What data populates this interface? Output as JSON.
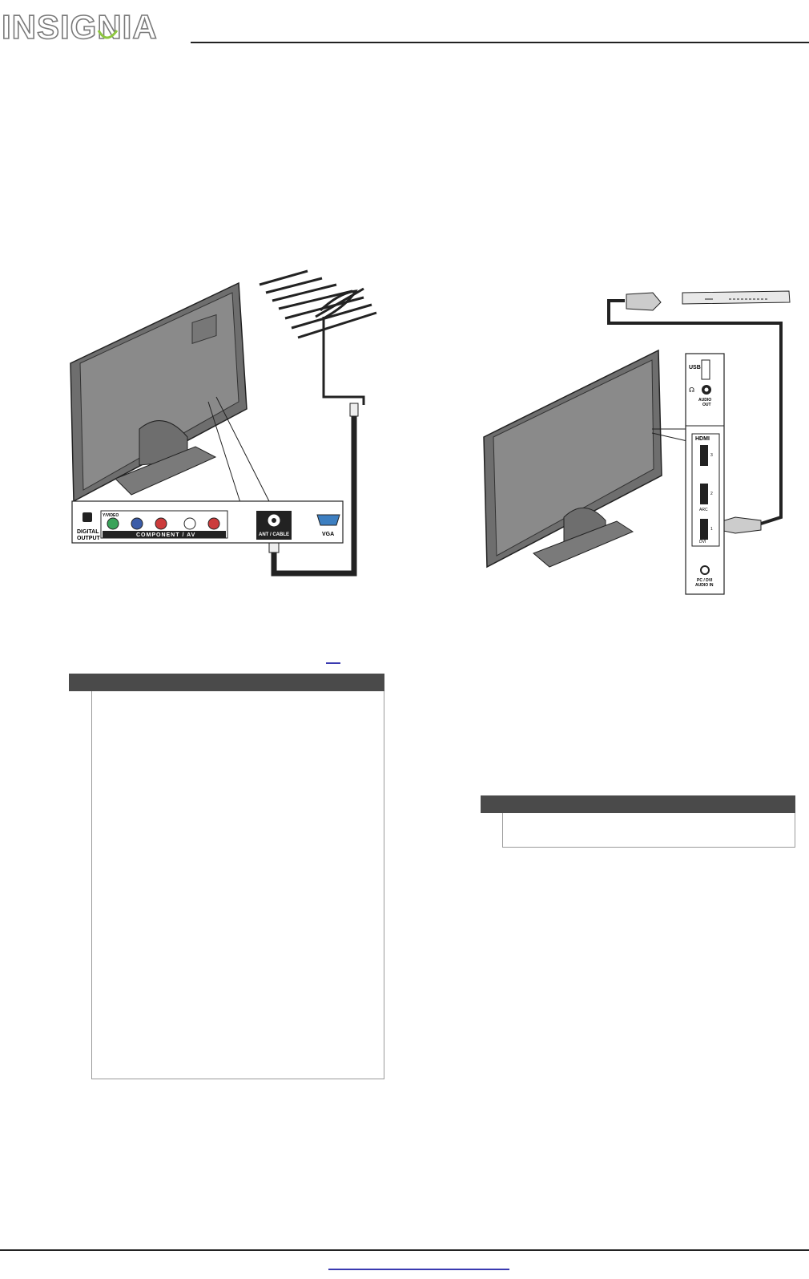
{
  "header": {
    "logo_text": "INSIGNIA",
    "brand_color": "#7a7a7a",
    "accent_color": "#8dc63f"
  },
  "figure_left": {
    "panel_labels": {
      "digital_output_line1": "DIGITAL",
      "digital_output_line2": "OUTPUT",
      "y_video": "Y/VIDEO",
      "component_av": "COMPONENT / AV",
      "ant_cable": "ANT / CABLE",
      "vga": "VGA"
    }
  },
  "figure_right": {
    "panel_labels": {
      "usb": "USB",
      "audio_out_line1": "AUDIO",
      "audio_out_line2": "OUT",
      "hdmi": "HDMI",
      "hdmi_3": "3",
      "hdmi_2": "2",
      "hdmi_1": "1",
      "arc": "ARC",
      "dvi": "DVI",
      "pc_dvi_line1": "PC / DVI",
      "pc_dvi_line2": "AUDIO IN"
    }
  },
  "colors": {
    "note_header": "#4a4a4a",
    "component_green": "#3aa35a",
    "component_blue": "#3b5ca8",
    "component_red": "#cc3b3b",
    "vga_blue": "#3d7fc1",
    "link_blue": "#3a3ab0"
  }
}
